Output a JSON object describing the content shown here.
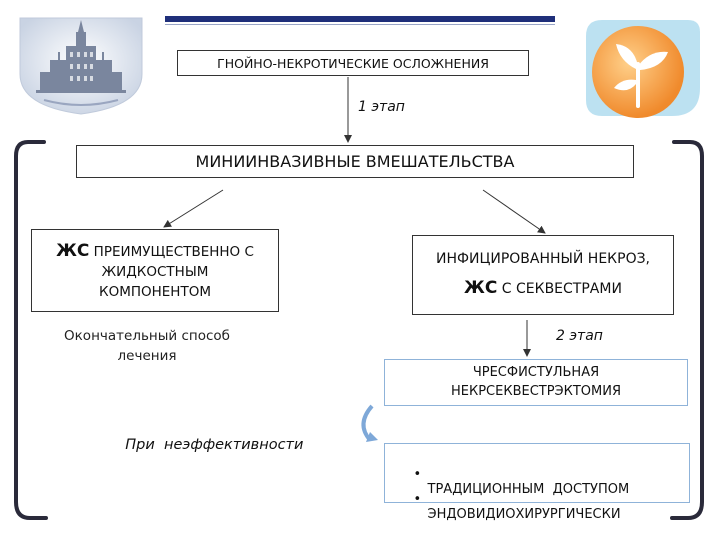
{
  "boxes": {
    "top": "ГНОЙНО-НЕКРОТИЧЕСКИЕ ОСЛОЖНЕНИЯ",
    "minimally_invasive": "МИНИИНВАЗИВНЫЕ ВМЕШАТЕЛЬСТВА",
    "left_zhs": "ЖС",
    "left_rest_line1": " ПРЕИМУЩЕСТВЕННО С",
    "left_line2": "ЖИДКОСТНЫМ",
    "left_line3": "КОМПОНЕНТОМ",
    "right_line1": "ИНФИЦИРОВАННЫЙ НЕКРОЗ,",
    "right_zhs": "ЖС",
    "right_rest_line2": " С СЕКВЕСТРАМИ",
    "transfist_line1": "ЧРЕСФИСТУЛЬНАЯ",
    "transfist_line2": "НЕКРСЕКВЕСТРЭКТОМИЯ"
  },
  "labels": {
    "stage1": "1 этап",
    "stage2": "2 этап",
    "final_line1": "Окончательный способ",
    "final_line2": "лечения",
    "if_ineffective": "При  неэффективности"
  },
  "approaches": [
    "ТРАДИЦИОННЫМ  ДОСТУПОМ",
    "ЭНДОВИДИОХИРУРГИЧЕСКИ"
  ],
  "colors": {
    "header_bar": "#1f2f7a",
    "bracket": "#2a2a3a",
    "blue_border": "#8fb3d9",
    "logo_left": "#c9d3e3",
    "logo_right_orange": "#f08a2c",
    "logo_right_blue": "#3fa9d8"
  },
  "icons": [
    "university-logo",
    "sprout-logo"
  ]
}
